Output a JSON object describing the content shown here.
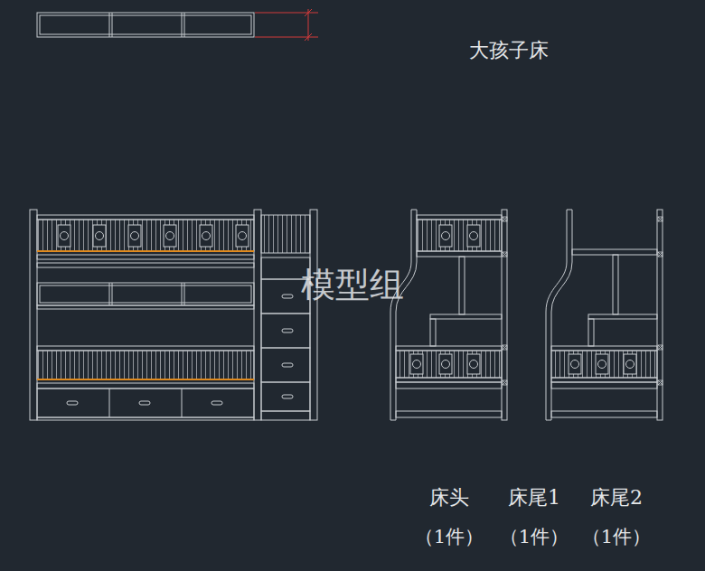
{
  "diagram": {
    "title": "大孩子床",
    "labels": [
      "模型组",
      "床头",
      "床尾1",
      "床尾2",
      "（1件）",
      "（1件）",
      "（1件）"
    ]
  }
}
